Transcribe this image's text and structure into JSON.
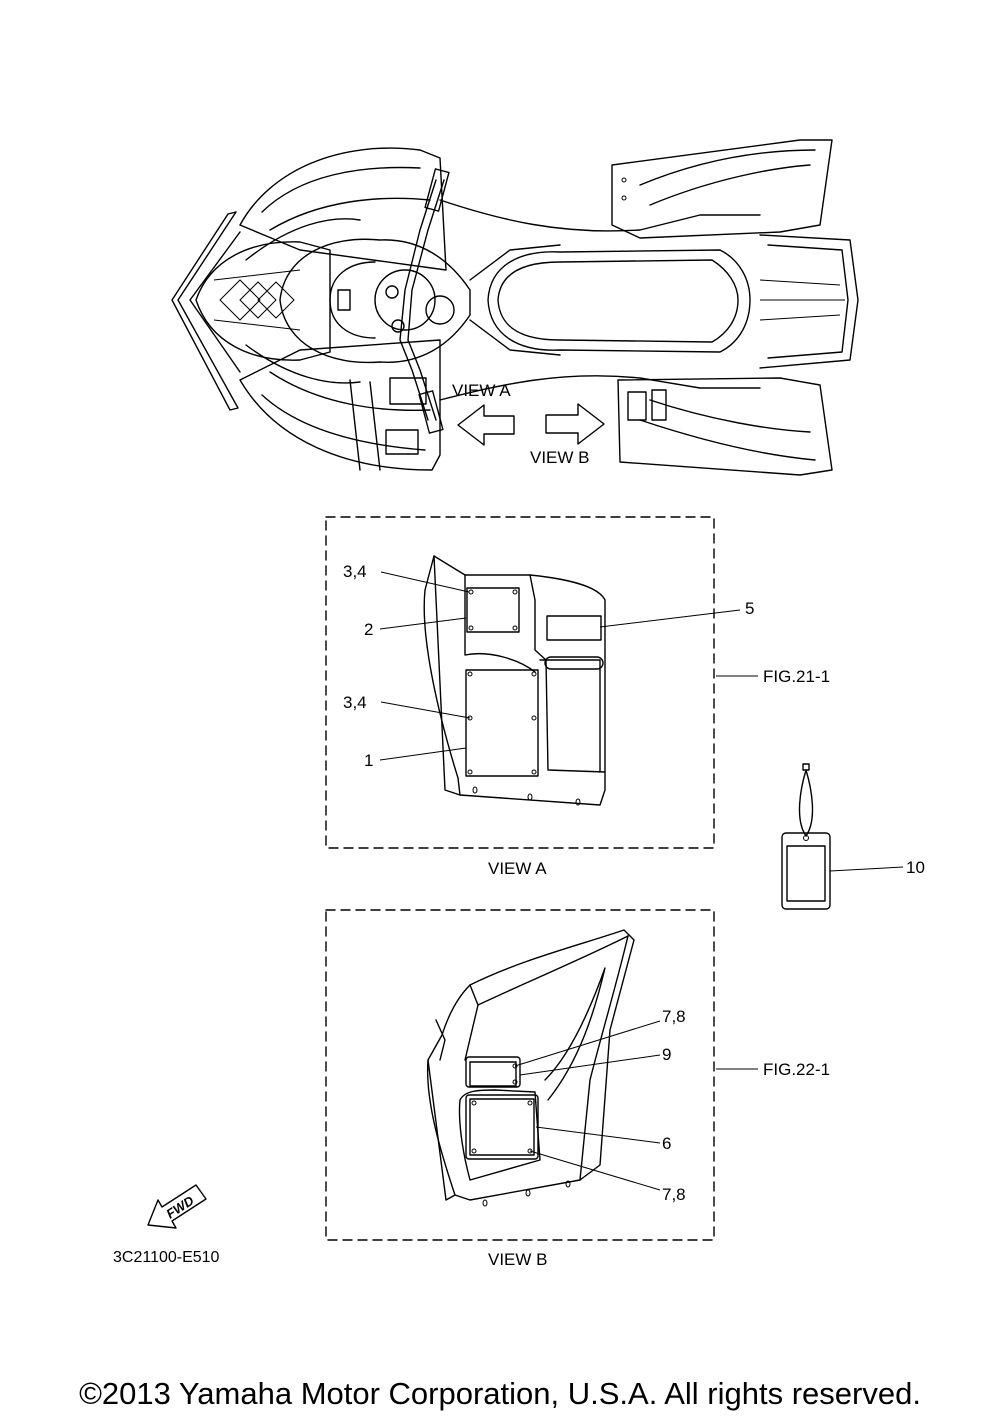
{
  "view_a_arrow_label": "VIEW A",
  "view_b_arrow_label": "VIEW B",
  "view_a_caption": "VIEW A",
  "view_b_caption": "VIEW B",
  "fig_ref_a": "FIG.21-1",
  "fig_ref_b": "FIG.22-1",
  "callouts_a": [
    "3,4",
    "2",
    "3,4",
    "1",
    "5"
  ],
  "callouts_b": [
    "7,8",
    "9",
    "6",
    "7,8"
  ],
  "callout_tag": "10",
  "fwd_label": "FWD",
  "part_code": "3C21100-E510",
  "copyright": "©2013 Yamaha Motor Corporation, U.S.A. All rights reserved."
}
